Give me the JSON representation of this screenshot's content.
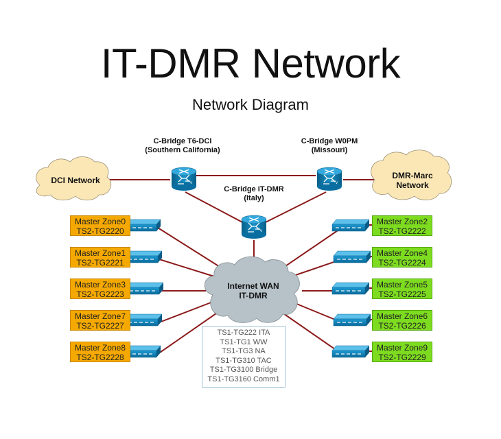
{
  "title": "IT-DMR Network",
  "subtitle": "Network Diagram",
  "clouds": {
    "dci": "DCI Network",
    "dmr_marc_line1": "DMR-Marc",
    "dmr_marc_line2": "Network",
    "wan_line1": "Internet WAN",
    "wan_line2": "IT-DMR"
  },
  "bridges": {
    "t6dci_line1": "C-Bridge T6-DCI",
    "t6dci_line2": "(Southern California)",
    "w0pm_line1": "C-Bridge W0PM",
    "w0pm_line2": "(Missouri)",
    "itdmr_line1": "C-Bridge IT-DMR",
    "itdmr_line2": "(Italy)"
  },
  "zones_left": [
    {
      "name": "Master Zone0",
      "tg": "TS2-TG2220"
    },
    {
      "name": "Master Zone1",
      "tg": "TS2-TG2221"
    },
    {
      "name": "Master Zone3",
      "tg": "TS2-TG2223"
    },
    {
      "name": "Master Zone7",
      "tg": "TS2-TG2227"
    },
    {
      "name": "Master Zone8",
      "tg": "TS2-TG2228"
    }
  ],
  "zones_right": [
    {
      "name": "Master Zone2",
      "tg": "TS2-TG2222"
    },
    {
      "name": "Master Zone4",
      "tg": "TS2-TG2224"
    },
    {
      "name": "Master Zone5",
      "tg": "TS2-TG2225"
    },
    {
      "name": "Master Zone6",
      "tg": "TS2-TG2226"
    },
    {
      "name": "Master Zone9",
      "tg": "TS2-TG2229"
    }
  ],
  "talkgroups": [
    "TS1-TG222 ITA",
    "TS1-TG1 WW",
    "TS1-TG3 NA",
    "TS1-TG310 TAC",
    "TS1-TG3100 Bridge",
    "TS1-TG3160 Comm1"
  ],
  "colors": {
    "link": "#8b1a1a",
    "cloud_beige": "#fbe7b6",
    "cloud_gray": "#b7c2c8",
    "router_blue": "#0d7fb1",
    "switch_blue": "#1a8fc6",
    "zone_left": "#f5a900",
    "zone_right": "#7ddc1f"
  },
  "icons": {
    "router": "router-icon",
    "switch": "switch-icon",
    "cloud": "cloud-icon"
  }
}
